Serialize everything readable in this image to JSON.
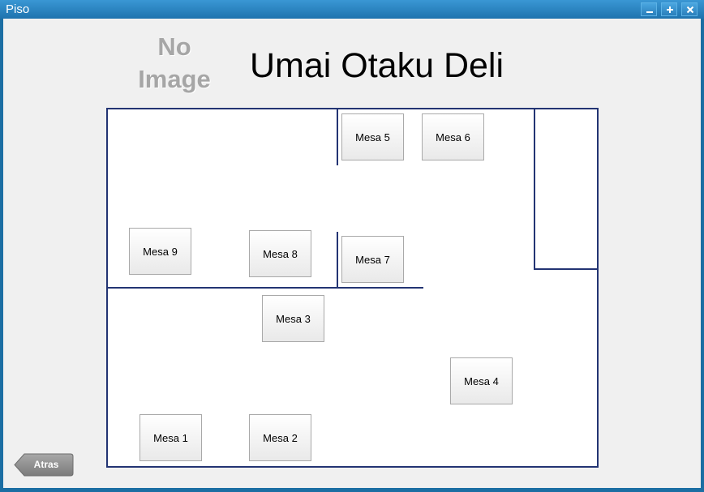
{
  "window": {
    "title": "Piso"
  },
  "header": {
    "logo_placeholder_line1": "No",
    "logo_placeholder_line2": "Image",
    "restaurant_name": "Umai Otaku Deli"
  },
  "tables": [
    {
      "id": 1,
      "label": "Mesa 1"
    },
    {
      "id": 2,
      "label": "Mesa 2"
    },
    {
      "id": 3,
      "label": "Mesa 3"
    },
    {
      "id": 4,
      "label": "Mesa 4"
    },
    {
      "id": 5,
      "label": "Mesa 5"
    },
    {
      "id": 6,
      "label": "Mesa 6"
    },
    {
      "id": 7,
      "label": "Mesa 7"
    },
    {
      "id": 8,
      "label": "Mesa 8"
    },
    {
      "id": 9,
      "label": "Mesa 9"
    }
  ],
  "footer": {
    "back_label": "Atras"
  },
  "colors": {
    "titlebar": "#1e73ae",
    "wall": "#233473",
    "background": "#f0f0f0",
    "back_button": "#8c8c8c"
  },
  "icons": {
    "minimize": "minimize-icon",
    "maximize": "maximize-icon",
    "close": "close-icon",
    "back": "back-arrow-icon"
  }
}
